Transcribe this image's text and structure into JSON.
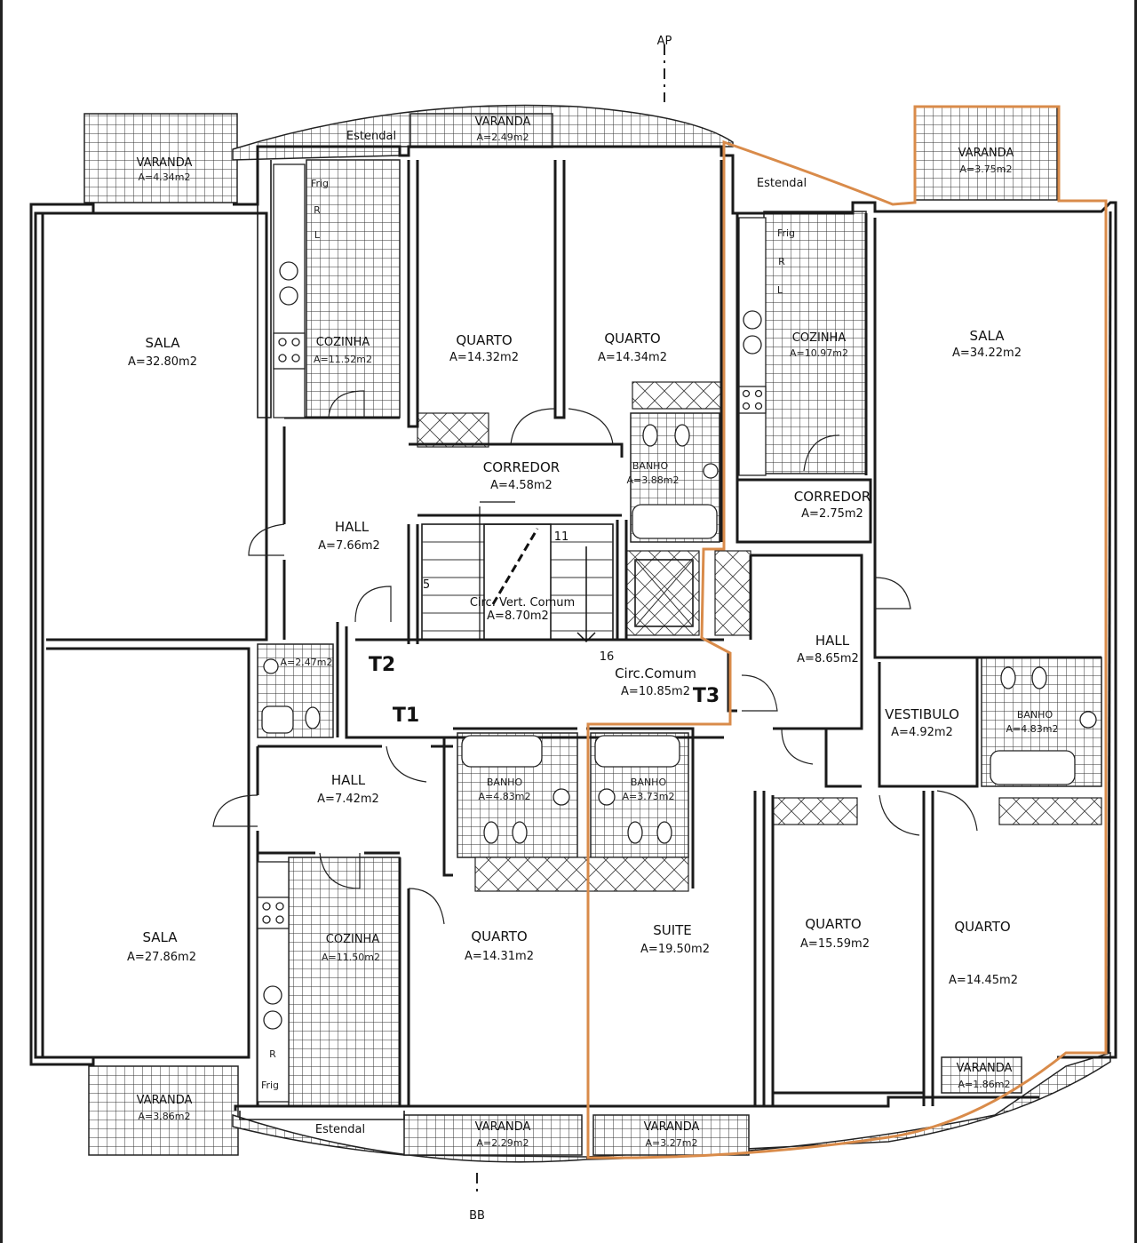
{
  "plan": {
    "highlight_color": "#d98b4a",
    "line_color": "#1a1a1a",
    "section_marks": {
      "top": "AP",
      "bottom": "BB"
    },
    "unit_tags": {
      "t1": "T1",
      "t2": "T2",
      "t3": "T3"
    },
    "stair_numbers": {
      "n5": "5",
      "n11": "11",
      "n16": "16"
    },
    "fixture_tags": {
      "frig": "Frig",
      "r": "R",
      "l": "L"
    },
    "rooms": {
      "sala_nw": {
        "name": "SALA",
        "area": "A=32.80m2"
      },
      "cozinha_nw": {
        "name": "COZINHA",
        "area": "A=11.52m2"
      },
      "quarto_n1": {
        "name": "QUARTO",
        "area": "A=14.32m2"
      },
      "quarto_n2": {
        "name": "QUARTO",
        "area": "A=14.34m2"
      },
      "cozinha_ne": {
        "name": "COZINHA",
        "area": "A=10.97m2"
      },
      "sala_ne": {
        "name": "SALA",
        "area": "A=34.22m2"
      },
      "corredor_n": {
        "name": "CORREDOR",
        "area": "A=4.58m2"
      },
      "banho_n": {
        "name": "BANHO",
        "area": "A=3.88m2"
      },
      "corredor_e": {
        "name": "CORREDOR",
        "area": "A=2.75m2"
      },
      "hall_w": {
        "name": "HALL",
        "area": "A=7.66m2"
      },
      "circ_vert": {
        "name": "Circ. Vert. Comum",
        "area": "A=8.70m2"
      },
      "wc_w": {
        "name": "",
        "area": "A=2.47m2"
      },
      "circ_comum": {
        "name": "Circ.Comum",
        "area": "A=10.85m2"
      },
      "hall_e": {
        "name": "HALL",
        "area": "A=8.65m2"
      },
      "vestibulo": {
        "name": "VESTIBULO",
        "area": "A=4.92m2"
      },
      "banho_e": {
        "name": "BANHO",
        "area": "A=4.83m2"
      },
      "hall_sw": {
        "name": "HALL",
        "area": "A=7.42m2"
      },
      "banho_s1": {
        "name": "BANHO",
        "area": "A=4.83m2"
      },
      "banho_s2": {
        "name": "BANHO",
        "area": "A=3.73m2"
      },
      "sala_sw": {
        "name": "SALA",
        "area": "A=27.86m2"
      },
      "cozinha_sw": {
        "name": "COZINHA",
        "area": "A=11.50m2"
      },
      "quarto_s1": {
        "name": "QUARTO",
        "area": "A=14.31m2"
      },
      "suite": {
        "name": "SUITE",
        "area": "A=19.50m2"
      },
      "quarto_s2": {
        "name": "QUARTO",
        "area": "A=15.59m2"
      },
      "quarto_s3": {
        "name": "QUARTO",
        "area": "A=14.45m2"
      }
    },
    "balconies": {
      "varanda_nw": {
        "name": "VARANDA",
        "area": "A=4.34m2"
      },
      "varanda_n": {
        "name": "VARANDA",
        "area": "A=2.49m2"
      },
      "varanda_ne": {
        "name": "VARANDA",
        "area": "A=3.75m2"
      },
      "varanda_sw": {
        "name": "VARANDA",
        "area": "A=3.86m2"
      },
      "varanda_s1": {
        "name": "VARANDA",
        "area": "A=2.29m2"
      },
      "varanda_s2": {
        "name": "VARANDA",
        "area": "A=3.27m2"
      },
      "varanda_se": {
        "name": "VARANDA",
        "area": "A=1.86m2"
      }
    },
    "estendal": {
      "nw": "Estendal",
      "ne": "Estendal",
      "sw": "Estendal"
    }
  }
}
